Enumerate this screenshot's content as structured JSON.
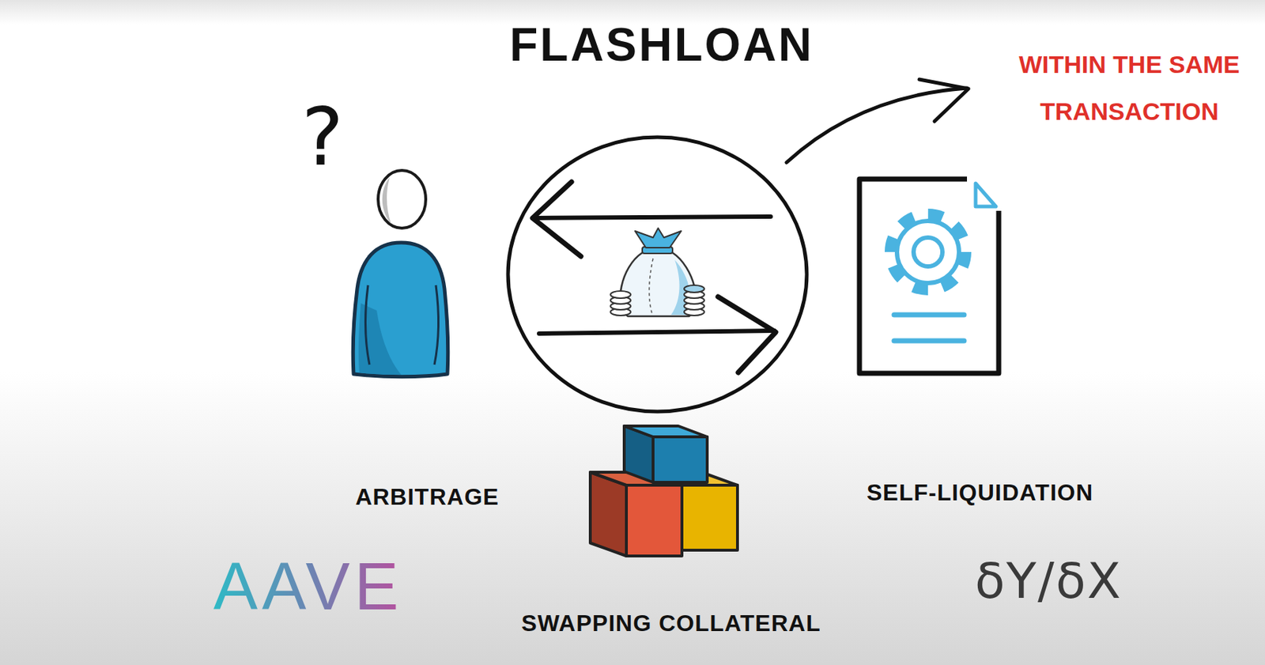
{
  "diagram": {
    "title": "FLASHLOAN",
    "labels": [
      "WITHIN THE SAME TRANSACTION",
      "?",
      "ARBITRAGE",
      "SELF-LIQUIDATION",
      "AAVE",
      "δY/δX",
      "SWAPPING COLLATERAL"
    ]
  }
}
